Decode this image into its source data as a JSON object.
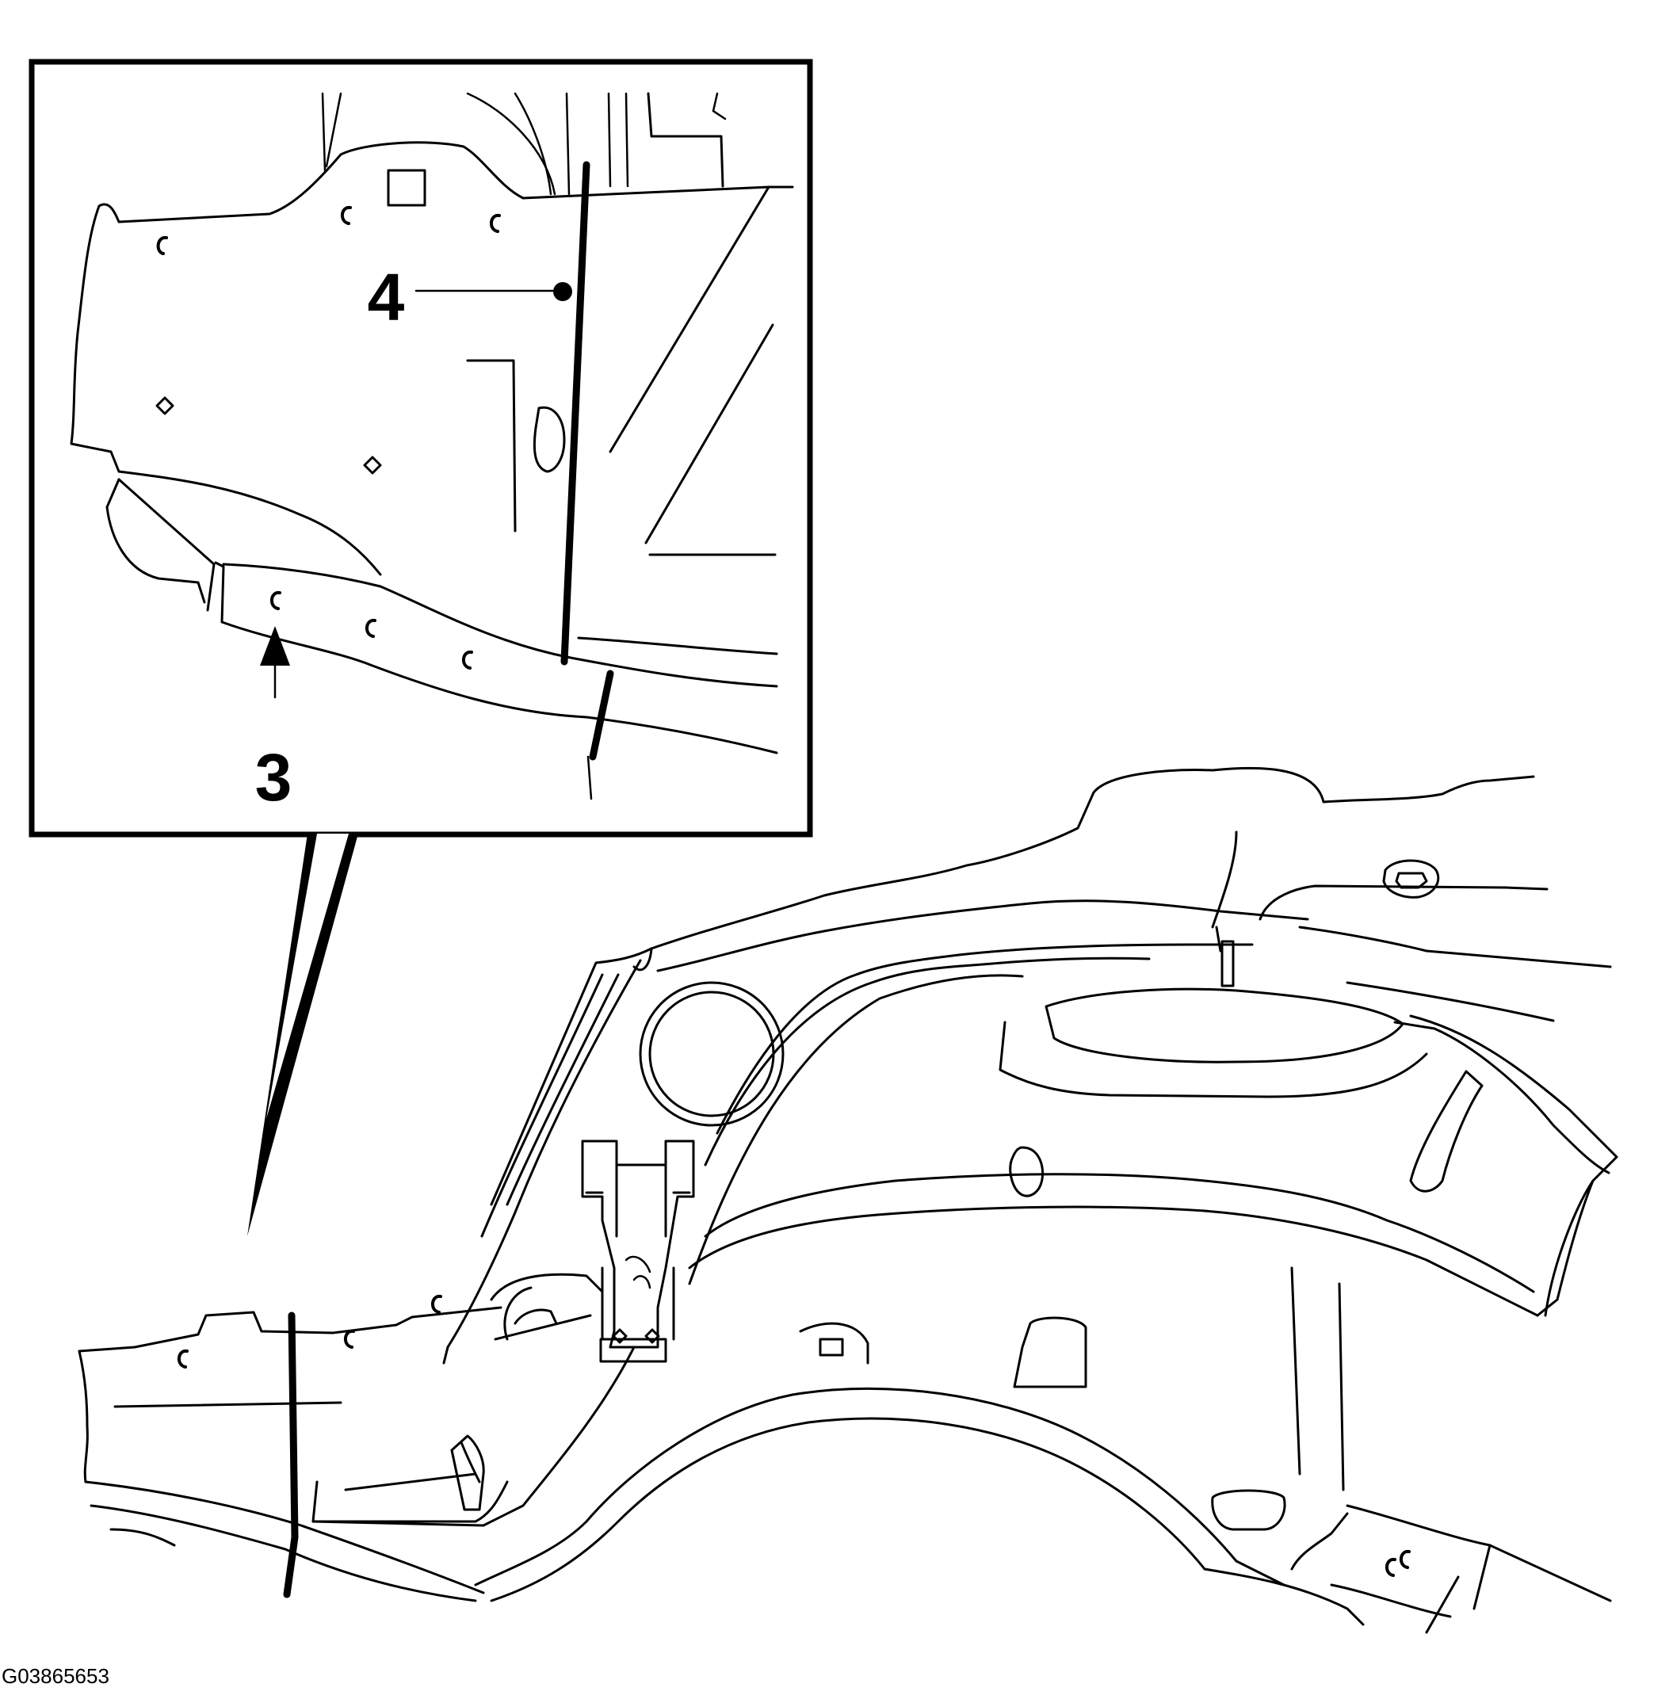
{
  "callouts": {
    "label_3": "3",
    "label_4": "4"
  },
  "figure_id": "G03865653"
}
